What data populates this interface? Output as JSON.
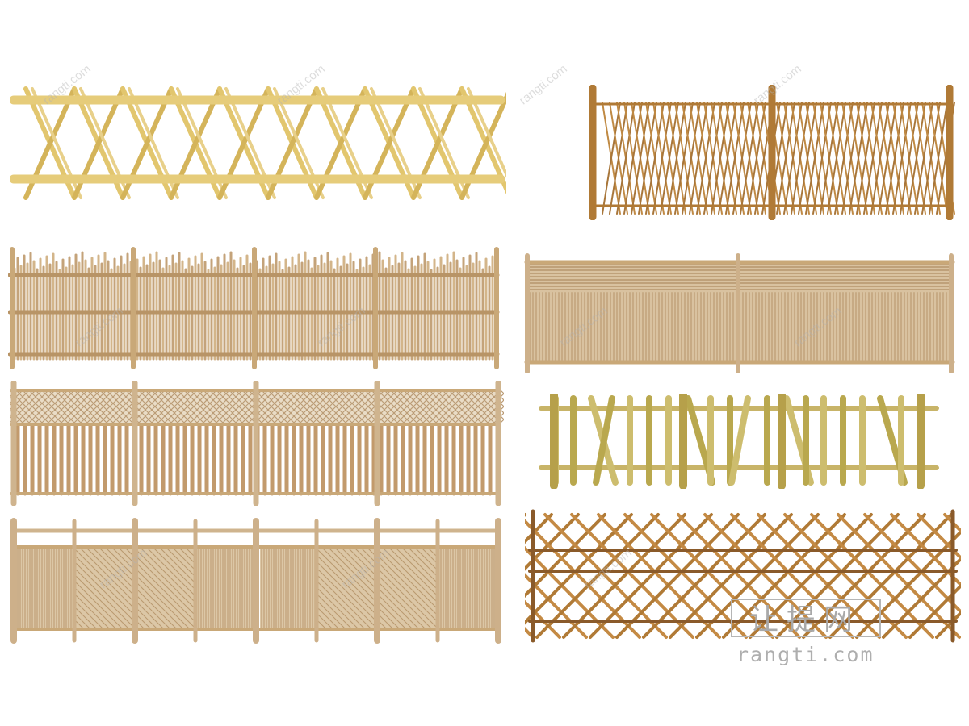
{
  "image": {
    "subject": "bamboo-fence-catalog",
    "fence_count": 8
  },
  "watermark": {
    "logo_text": "让提网",
    "url_text": "rangti.com"
  },
  "colors": {
    "background": "#ffffff",
    "bamboo_light": "#d8c08a",
    "bamboo_yellow": "#e2c66e",
    "bamboo_tan": "#c9a878",
    "bamboo_brown": "#b07a36",
    "bamboo_dark": "#8a5a2a",
    "bamboo_green": "#b9a84e"
  }
}
